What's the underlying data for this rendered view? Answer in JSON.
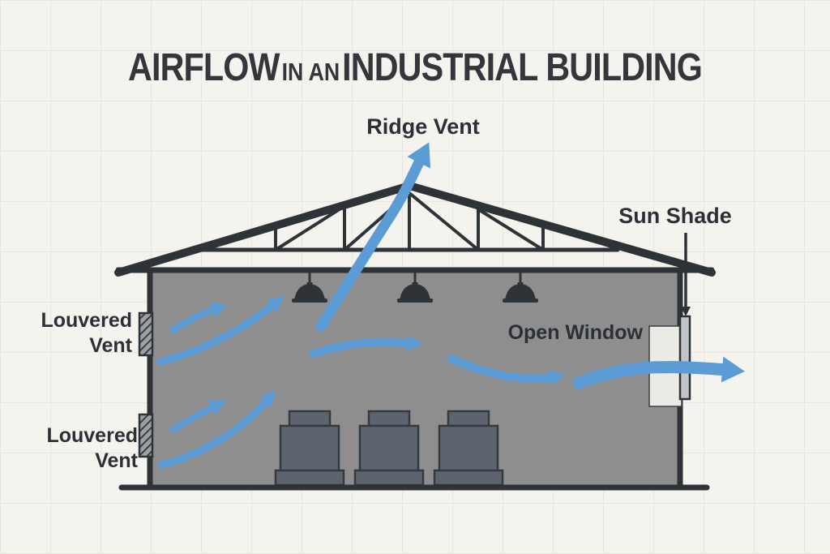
{
  "title": {
    "word1": "AIRFLOW",
    "word2": "IN AN",
    "word3": "INDUSTRIAL BUILDING"
  },
  "labels": {
    "ridge_vent": "Ridge Vent",
    "sun_shade": "Sun Shade",
    "open_window": "Open Window",
    "louvered_vent_upper": {
      "line1": "Louvered",
      "line2": "Vent"
    },
    "louvered_vent_lower": {
      "line1": "Louvered",
      "line2": "Vent"
    }
  },
  "diagram": {
    "type": "building-cross-section",
    "subject": "Airflow through an industrial building",
    "airflow": [
      "air enters through two louvered vents on the left wall",
      "air rises through the interior past pendant lights and machinery",
      "air exits upward through the ridge vent at the roof peak",
      "air exits horizontally through the open window shaded by a sun shade on the right wall"
    ]
  },
  "colors": {
    "background": "#f4f3ee",
    "grid_line": "#e7e6df",
    "building_outline": "#2e3338",
    "interior_fill": "#8e8e8e",
    "machine_fill": "#5d646d",
    "arrow_blue": "#5b9cd6",
    "text": "#2b3036"
  }
}
